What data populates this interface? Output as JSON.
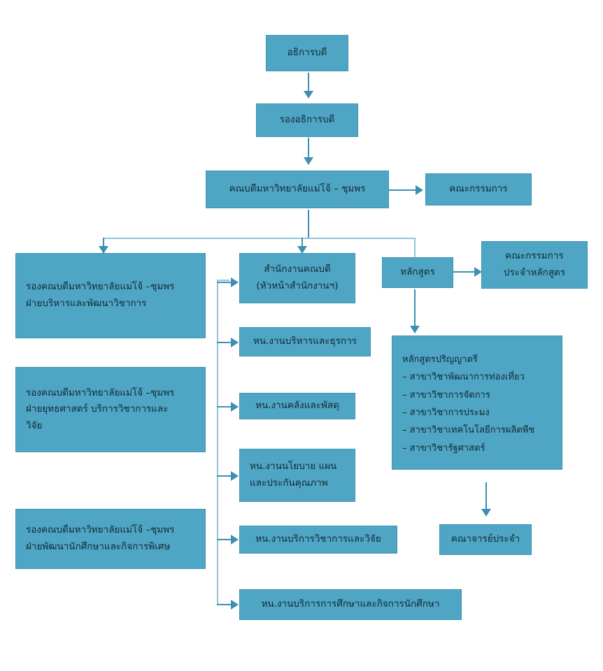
{
  "chart": {
    "title": "Mae Jo University Chumphon organizational chart",
    "type": "org-chart",
    "accent_fill": "#4FA5C4",
    "accent_border": "#3E93B2",
    "shadow_color": "#1E4C5C",
    "connector_color": "#3E8FB0",
    "background": "#FFFFFF"
  },
  "nodes": {
    "president": {
      "label": "อธิการบดี"
    },
    "vice_president": {
      "label": "รองอธิการบดี"
    },
    "dean": {
      "label": "คณบดีมหาวิทยาลัยแม่โจ้ – ชุมพร"
    },
    "committee": {
      "label": "คณะกรรมการ"
    },
    "vice_dean_admin": {
      "line1": "รองคณบดีมหาวิทยาลัยแม่โจ้ –ชุมพร",
      "line2": "ฝ่ายบริหารและพัฒนาวิชาการ"
    },
    "vice_dean_strategy": {
      "line1": "รองคณบดีมหาวิทยาลัยแม่โจ้ –ชุมพร",
      "line2": "ฝ่ายยุทธศาสตร์ บริการวิชาการและ",
      "line3": "วิจัย"
    },
    "vice_dean_student": {
      "line1": "รองคณบดีมหาวิทยาลัยแม่โจ้ –ชุมพร",
      "line2": "ฝ่ายพัฒนานักศึกษาและกิจการพิเศษ"
    },
    "dean_office": {
      "line1": "สำนักงานคณบดี",
      "line2": "(หัวหน้าสำนักงานฯ)"
    },
    "unit_admin": {
      "label": "หน.งานบริหารและธุรการ"
    },
    "unit_finance": {
      "label": "หน.งานคลังและพัสดุ"
    },
    "unit_policy": {
      "line1": "หน.งานนโยบาย แผน",
      "line2": "และประกันคุณภาพ"
    },
    "unit_academic_service": {
      "label": "หน.งานบริการวิชาการและวิจัย"
    },
    "unit_education": {
      "label": "หน.งานบริการการศึกษาและกิจการนักศึกษา"
    },
    "curriculum": {
      "label": "หลักสูตร"
    },
    "curriculum_committee": {
      "line1": "คณะกรรมการ",
      "line2": "ประจำหลักสูตร"
    },
    "bachelor_programs": {
      "heading": "หลักสูตรปริญญาตรี",
      "items": [
        "–  สาขาวิชาพัฒนาการท่องเที่ยว",
        "–  สาขาวิชาการจัดการ",
        "–  สาขาวิชาการประมง",
        "–  สาขาวิชาเทคโนโลยีการผลิตพืช",
        "–  สาขาวิชารัฐศาสตร์"
      ]
    },
    "faculty": {
      "label": "คณาจารย์ประจำ"
    }
  }
}
